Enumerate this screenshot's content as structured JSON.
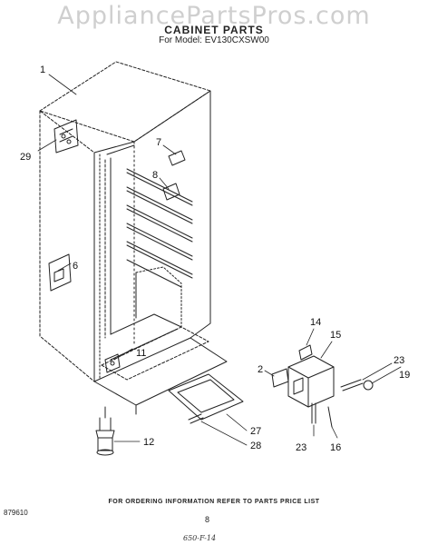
{
  "watermark": "AppliancePartsPros.com",
  "header": {
    "title": "CABINET PARTS",
    "model": "For Model: EV130CXSW00"
  },
  "callouts": [
    "1",
    "29",
    "7",
    "8",
    "6",
    "11",
    "12",
    "14",
    "15",
    "2",
    "23",
    "19",
    "16",
    "27",
    "28",
    "23"
  ],
  "footer": {
    "instruction": "FOR ORDERING INFORMATION REFER TO PARTS PRICE LIST",
    "figure_id": "879610",
    "page_number": "8",
    "handwritten_note": "650-F-14"
  }
}
